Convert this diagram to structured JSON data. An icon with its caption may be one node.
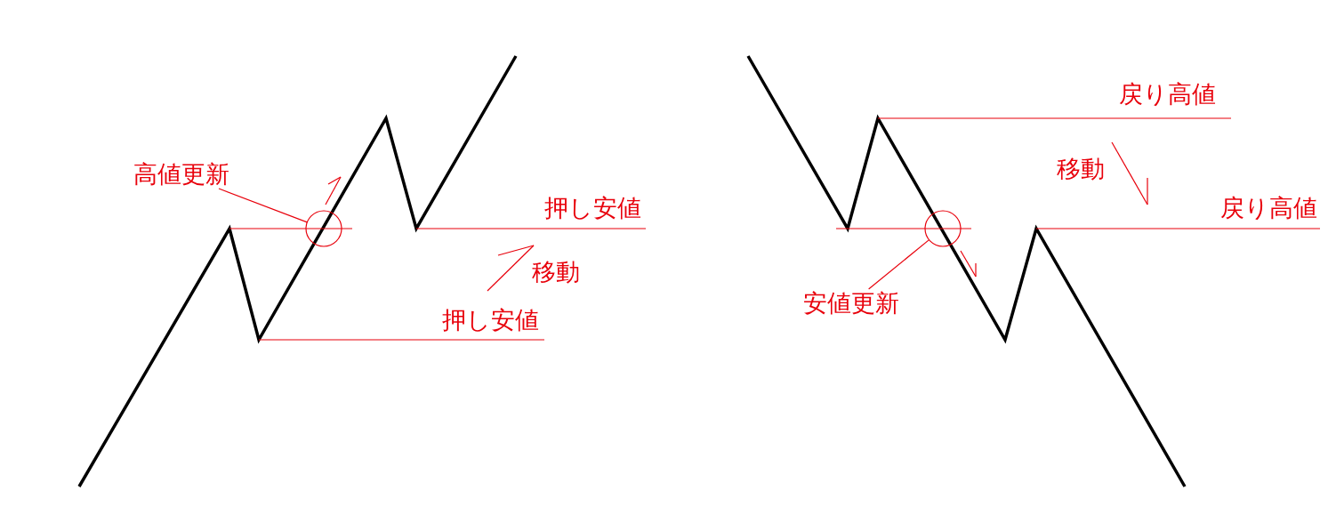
{
  "diagram": {
    "nodes": [
      {
        "text": [
          "高値更新"
        ]
      },
      {
        "text": [],
        "shape": "circle"
      },
      {
        "text": [
          "安値更新"
        ]
      },
      {
        "text": [],
        "shape": "circle"
      }
    ],
    "edges": [
      {
        "from": 0,
        "to": 1,
        "arrow": "none"
      },
      {
        "from": 2,
        "to": 3,
        "arrow": "none"
      }
    ],
    "labels": [
      "押し安値",
      "移動",
      "押し安値",
      "戻り高値",
      "移動",
      "戻り高値"
    ]
  }
}
